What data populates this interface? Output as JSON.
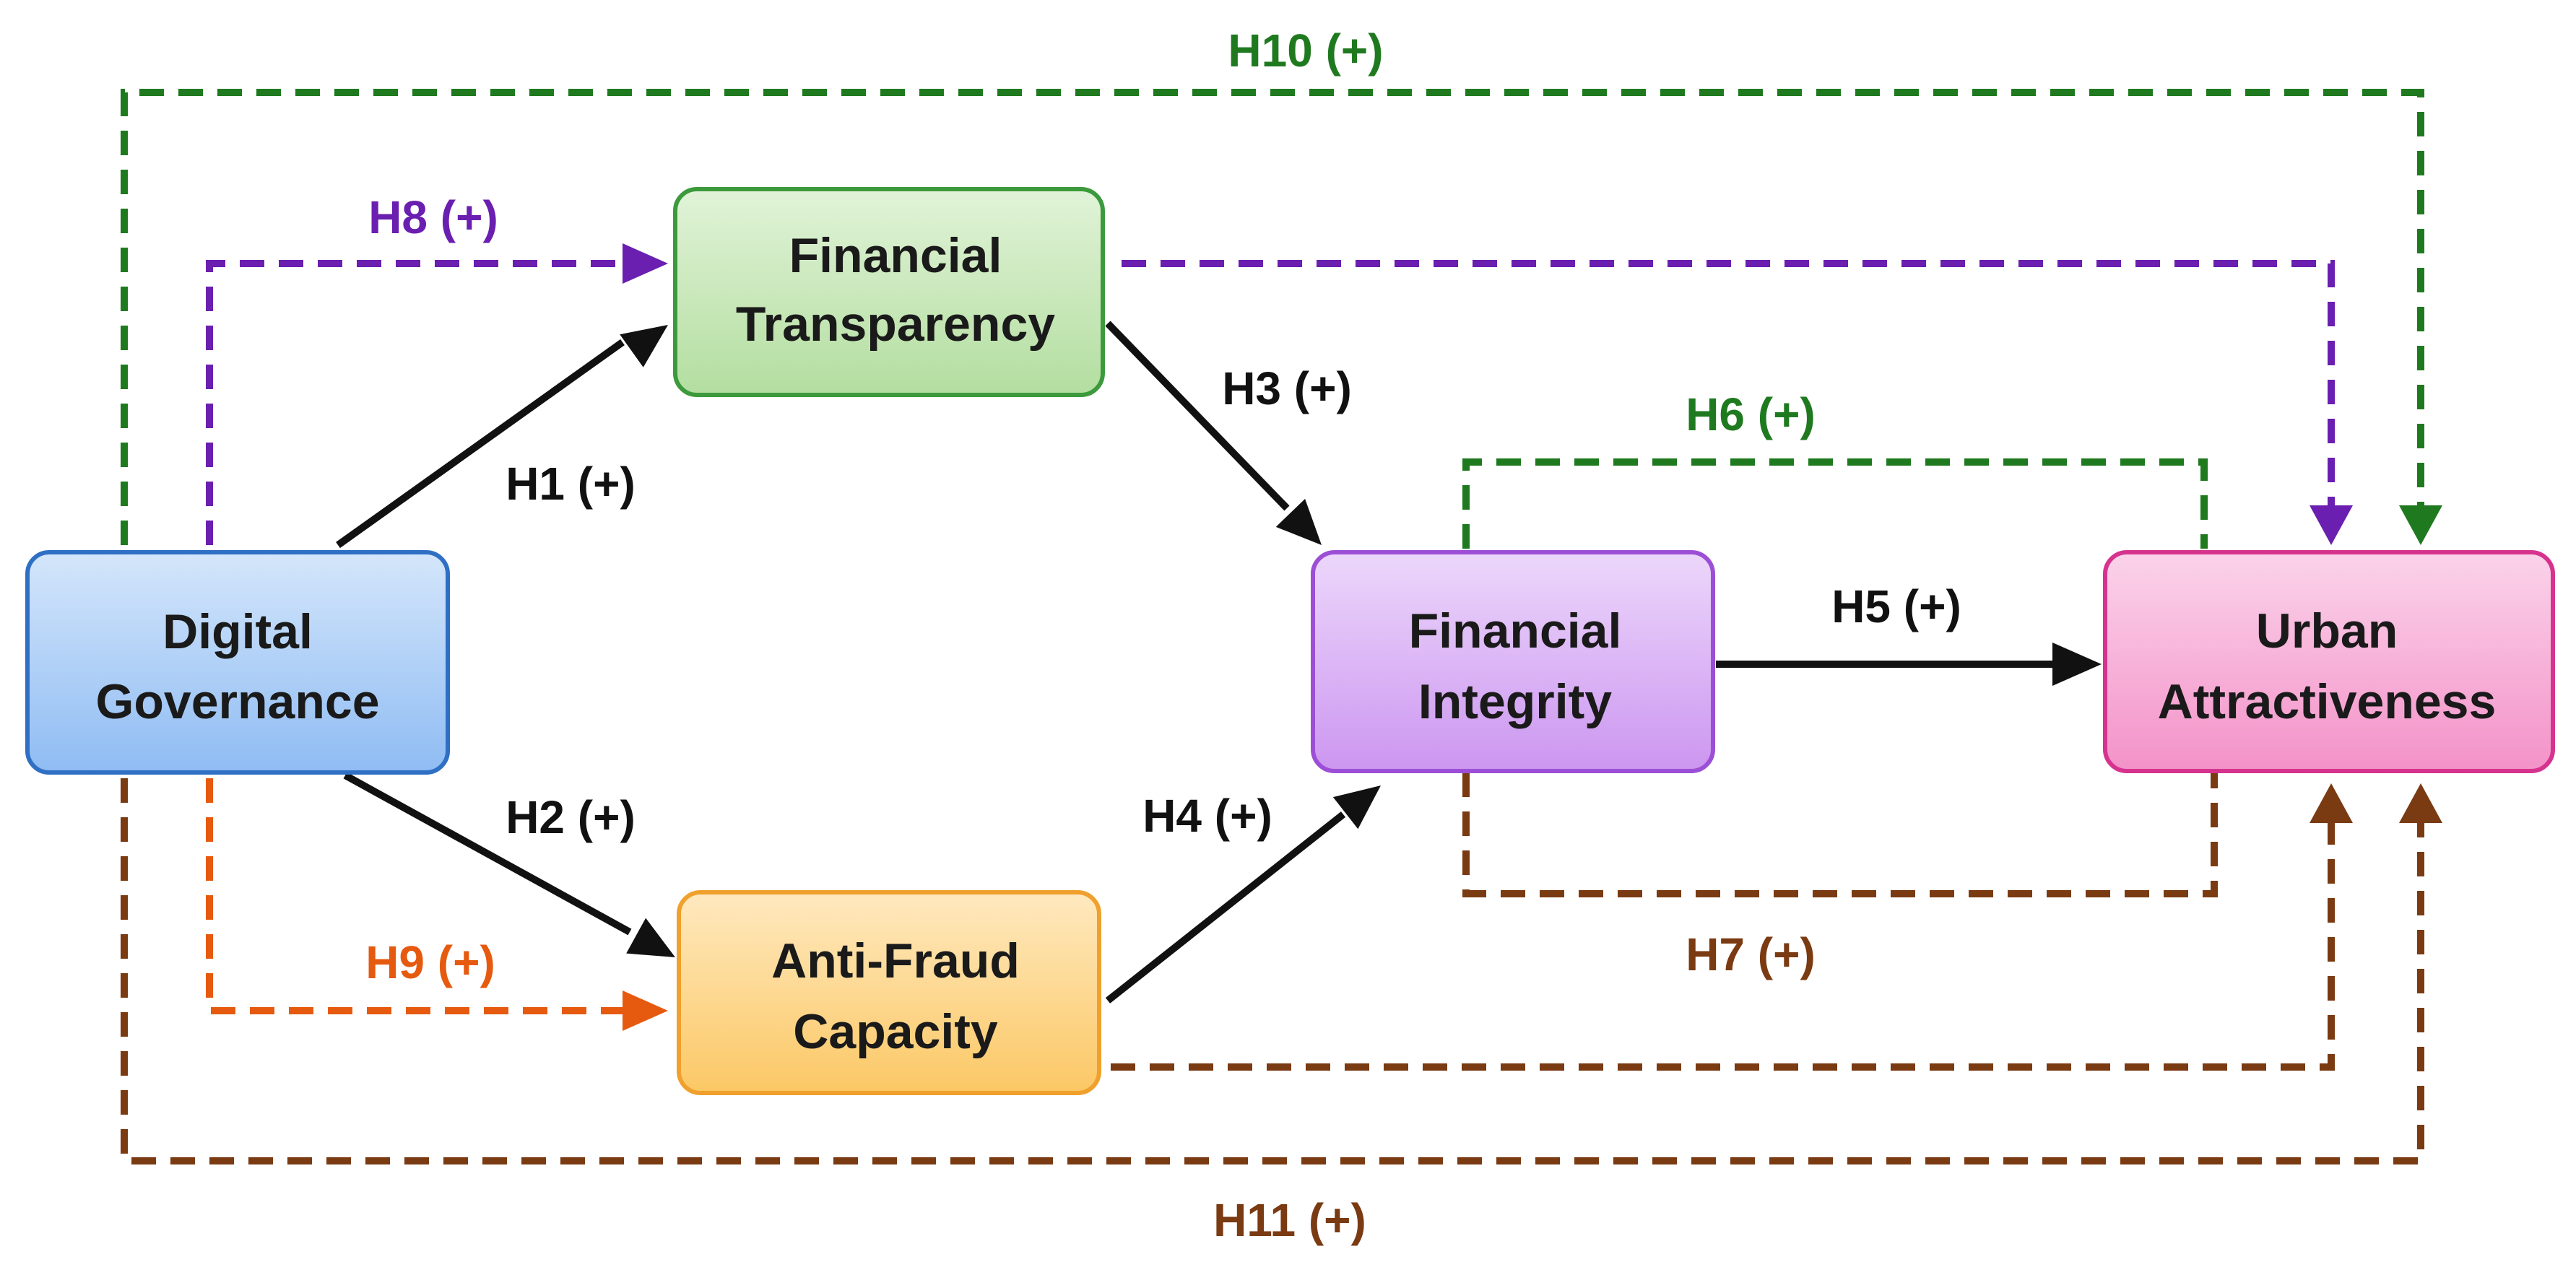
{
  "nodes": {
    "digital_governance": {
      "lines": [
        "Digital",
        "Governance"
      ]
    },
    "financial_transparency": {
      "lines": [
        "Financial",
        "Transparency"
      ]
    },
    "anti_fraud_capacity": {
      "lines": [
        "Anti-Fraud",
        "Capacity"
      ]
    },
    "financial_integrity": {
      "lines": [
        "Financial",
        "Integrity"
      ]
    },
    "urban_attractiveness": {
      "lines": [
        "Urban",
        "Attractiveness"
      ]
    }
  },
  "hypotheses": {
    "h1": "H1 (+)",
    "h2": "H2 (+)",
    "h3": "H3 (+)",
    "h4": "H4 (+)",
    "h5": "H5 (+)",
    "h6": "H6 (+)",
    "h7": "H7 (+)",
    "h8": "H8 (+)",
    "h9": "H9 (+)",
    "h10": "H10 (+)",
    "h11": "H11 (+)"
  },
  "colors": {
    "direct_path": "#111111",
    "h6_h10_green": "#1f7a1f",
    "h7_h11_brown": "#7a3a12",
    "h8_purple": "#6a1fb0",
    "h9_orange": "#e65a10",
    "node_blue_fill": "#a9cdf7",
    "node_blue_border": "#2f6fc4",
    "node_green_fill": "#c6e8b8",
    "node_green_border": "#3c9a3c",
    "node_orange_fill": "#fdd58a",
    "node_orange_border": "#f0a02c",
    "node_purple_fill": "#dbb6f4",
    "node_purple_border": "#9c4fd6",
    "node_pink_fill": "#f7b3db",
    "node_pink_border": "#d6338f"
  }
}
